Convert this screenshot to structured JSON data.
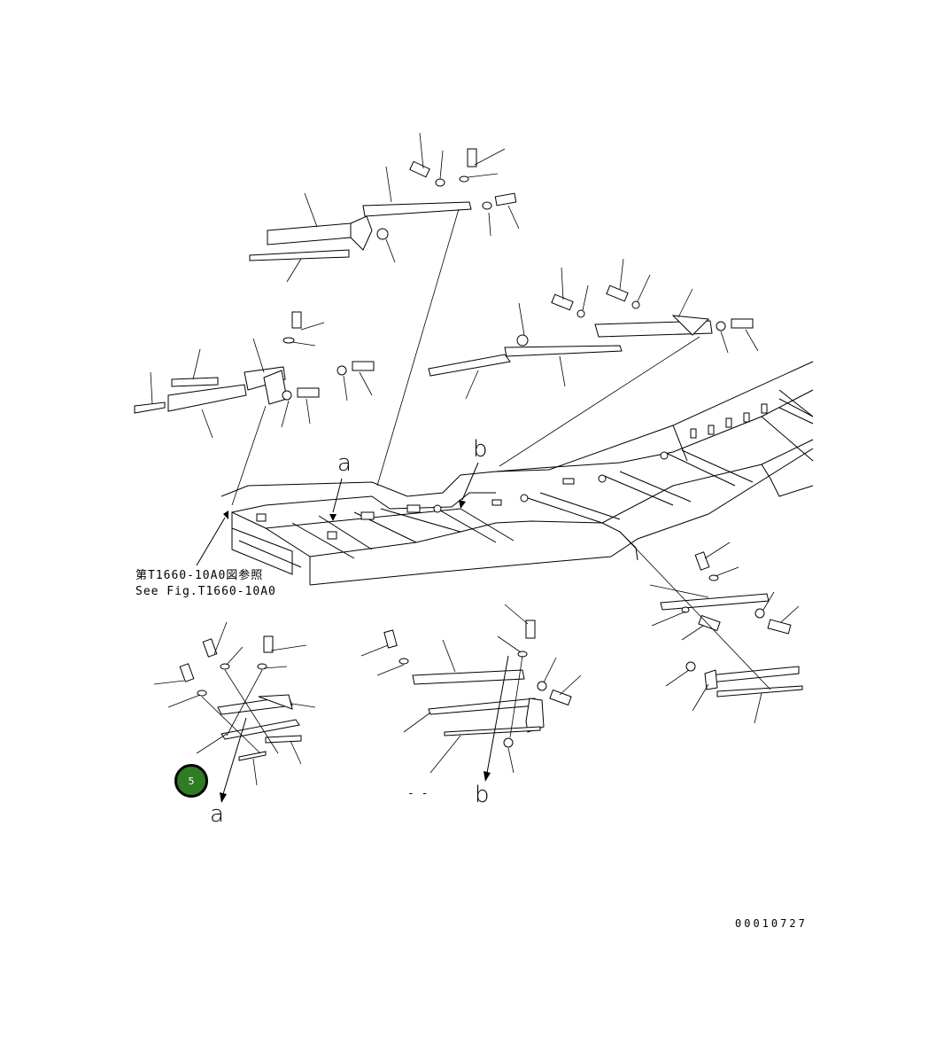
{
  "diagram": {
    "ref_a_top": "a",
    "ref_b_top": "b",
    "ref_a_bottom": "a",
    "ref_b_bottom": "b",
    "see_fig_jp": "第T1660-10A0図参照",
    "see_fig_en": "See Fig.T1660-10A0",
    "drawing_number": "00010727",
    "badge_number": "5",
    "dash_mark": "- -"
  },
  "colors": {
    "badge_fill": "#2e7d22",
    "line": "#000000",
    "background": "#ffffff"
  }
}
